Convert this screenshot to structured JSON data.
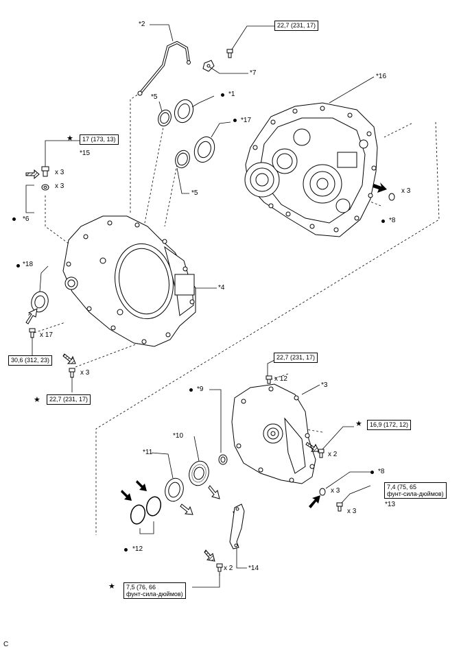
{
  "parts": {
    "p1": "*1",
    "p2": "*2",
    "p3": "*3",
    "p4": "*4",
    "p5a": "*5",
    "p5b": "*5",
    "p6": "*6",
    "p7": "*7",
    "p8a": "*8",
    "p8b": "*8",
    "p9": "*9",
    "p10": "*10",
    "p11": "*11",
    "p12": "*12",
    "p13": "*13",
    "p14": "*14",
    "p15": "*15",
    "p16": "*16",
    "p17": "*17",
    "p18": "*18"
  },
  "torques": {
    "t1": "22,7 (231, 17)",
    "t2": "17 (173, 13)",
    "t3": "30,6 (312, 23)",
    "t4": "22,7 (231, 17)",
    "t5": "22,7 (231, 17)",
    "t6": "16,9 (172, 12)",
    "t7_line1": "7,4 (75, 65",
    "t7_line2": "фунт-сила-дюймов)",
    "t8_line1": "7,5 (76, 66",
    "t8_line2": "фунт-сила-дюймов)"
  },
  "quantities": {
    "q_bolt15": "x 3",
    "q_gasket6": "x 3",
    "q_ring8": "x 3",
    "q_bolt30": "x 17",
    "q_bolt22": "x 3",
    "q_bolt_cover": "x 12",
    "q_bolt169": "x 2",
    "q_ring8b": "x 3",
    "q_bolt13": "x 3",
    "q_bolt14": "x 2"
  },
  "symbols": {
    "star": "★"
  },
  "corner_code": "C"
}
